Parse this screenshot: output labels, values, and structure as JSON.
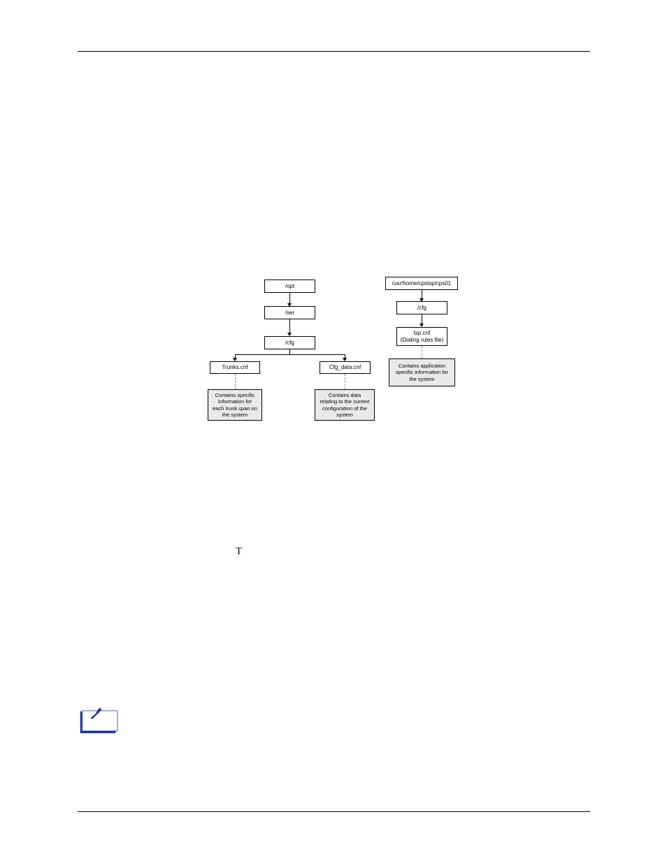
{
  "diagram": {
    "left_tree": {
      "opt": "/opt",
      "ser": "/ser",
      "cfg": "/cfg",
      "trunks": "Trunks.cnf",
      "cfg_data": "Cfg_data.cnf",
      "trunks_note": "Contains specific\ninformation for\neach trunk span on\nthe system",
      "cfg_data_note": "Contains data\nrelating to the current\nconfiguration of the\nsystem"
    },
    "right_tree": {
      "root": "/usr/home/cpstsp/cps01",
      "cfg": "/cfg",
      "tsp_line1": "tsp.cnf",
      "tsp_line2": "(Dialing rules file)",
      "tsp_note": "Contains application\nspecific information for\nthe system"
    }
  },
  "stray_text": "T",
  "icons": {
    "note_icon": "note-pencil-icon"
  }
}
